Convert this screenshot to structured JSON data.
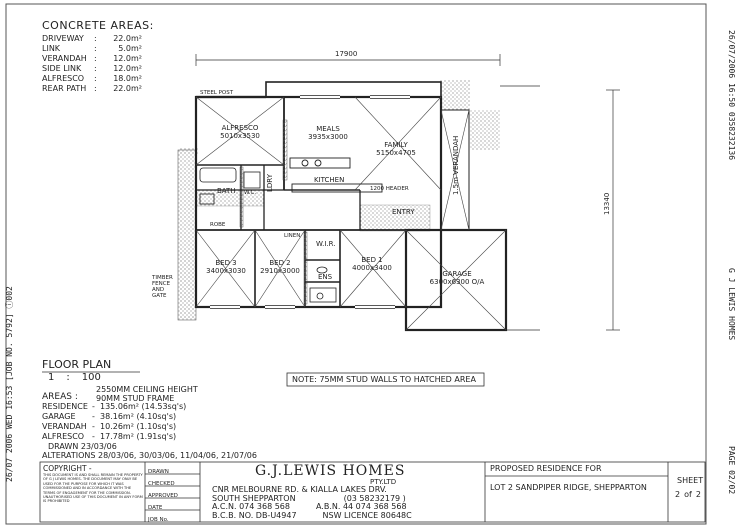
{
  "concrete": {
    "title": "CONCRETE AREAS:",
    "rows": [
      {
        "label": "DRIVEWAY",
        "sep": ":",
        "value": "22.0m²"
      },
      {
        "label": "LINK",
        "sep": ":",
        "value": "5.0m²"
      },
      {
        "label": "VERANDAH",
        "sep": ":",
        "value": "12.0m²"
      },
      {
        "label": "SIDE LINK",
        "sep": ":",
        "value": "12.0m²"
      },
      {
        "label": "ALFRESCO",
        "sep": ":",
        "value": "18.0m²"
      },
      {
        "label": "REAR PATH",
        "sep": ":",
        "value": "22.0m²"
      }
    ]
  },
  "dimensions": {
    "width": "17900",
    "depth": "13340"
  },
  "rooms": {
    "alfresco": {
      "name": "ALFRESCO",
      "size": "5010x3530"
    },
    "meals": {
      "name": "MEALS",
      "size": "3935x3000"
    },
    "family": {
      "name": "FAMILY",
      "size": "5150x4705"
    },
    "kitchen": {
      "name": "KITCHEN"
    },
    "bath": {
      "name": "BATH"
    },
    "ldry": {
      "name": "LDRY"
    },
    "entry": {
      "name": "ENTRY"
    },
    "verandah": {
      "name": "1.5m VERANDAH"
    },
    "bed3": {
      "name": "BED 3",
      "size": "3400x3030"
    },
    "bed2": {
      "name": "BED 2",
      "size": "2910x3000"
    },
    "bed1": {
      "name": "BED 1",
      "size": "4000x3400"
    },
    "wir": {
      "name": "W.I.R."
    },
    "ens": {
      "name": "ENS"
    },
    "linen": {
      "name": "LINEN"
    },
    "garage": {
      "name": "GARAGE",
      "size": "6300x6300 O/A"
    },
    "robe": {
      "name": "ROBE"
    },
    "wc": {
      "name": "W.C."
    }
  },
  "plan_notes": {
    "steel_post": "STEEL POST",
    "header": "1200 HEADER",
    "note_box": "NOTE: 75MM STUD WALLS TO HATCHED AREA",
    "tiles_note": "TIMBER FENCE AND GATE"
  },
  "floor_plan": {
    "title": "FLOOR PLAN",
    "scale_a": "1",
    "scale_sep": ":",
    "scale_b": "100",
    "ceiling": "2550MM CEILING HEIGHT",
    "frame": "90MM STUD FRAME",
    "areas_title": "AREAS :",
    "areas": [
      {
        "label": "RESIDENCE",
        "sep": "-",
        "value": "135.06m² (14.53sq's)"
      },
      {
        "label": "GARAGE",
        "sep": "-",
        "value": "38.16m² (4.10sq's)"
      },
      {
        "label": "VERANDAH",
        "sep": "-",
        "value": "10.26m² (1.10sq's)"
      },
      {
        "label": "ALFRESCO",
        "sep": "-",
        "value": "17.78m² (1.91sq's)"
      }
    ],
    "drawn": "DRAWN 23/03/06",
    "alterations": "ALTERATIONS 28/03/06, 30/03/06, 11/04/06, 21/07/06"
  },
  "title_block": {
    "copyright_title": "COPYRIGHT -",
    "copyright_text": "THIS DOCUMENT IS AND SHALL REMAIN THE PROPERTY OF G J LEWIS HOMES. THE DOCUMENT MAY ONLY BE USED FOR THE PURPOSE FOR WHICH IT WAS COMMISSIONED AND IN ACCORDANCE WITH THE TERMS OF ENGAGEMENT FOR THE COMMISSION. UNAUTHORISED USE OF THIS DOCUMENT IN ANY FORM IS PROHIBITED",
    "checks": [
      "DRAWN",
      "CHECKED",
      "APPROVED",
      "DATE",
      "JOB No."
    ],
    "company": "G.J.LEWIS HOMES",
    "pty": "PTY.LTD",
    "address1": "CNR MELBOURNE RD. & KIALLA LAKES DRV.",
    "address2": "SOUTH SHEPPARTON",
    "phone": "(03 58232179 )",
    "acn": "A.C.N. 074 368 568",
    "abn": "A.B.N. 44 074 368 568",
    "bcb": "B.C.B. NO. DB-U4947",
    "licence": "NSW LICENCE 80648C",
    "project": "PROPOSED RESIDENCE FOR",
    "lot": "LOT 2 SANDPIPER RIDGE, SHEPPARTON",
    "sheet_label": "SHEET",
    "sheet_num": "2",
    "sheet_of": "of",
    "sheet_total": "2"
  },
  "fax": {
    "top": "26/07/2006 16:50   0358232136",
    "right": "G J LEWIS HOMES",
    "bottom_right": "PAGE 02/02",
    "left": "26/07 2006 WED 16:53  [JOB NO. 5792]  ⓘ002"
  }
}
